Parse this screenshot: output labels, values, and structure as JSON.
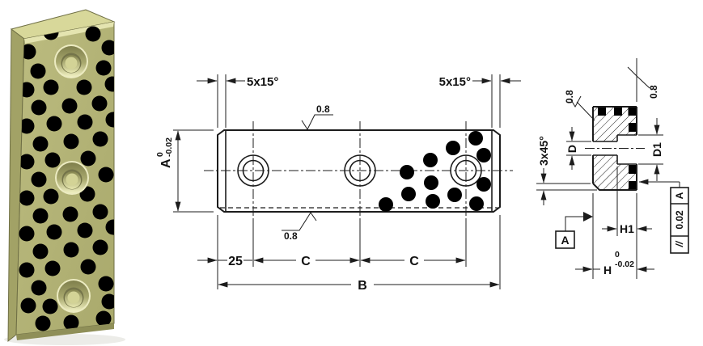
{
  "drawing": {
    "front_view": {
      "chamfer_left": "5x15°",
      "chamfer_right": "5x15°",
      "finish_top": "0.8",
      "finish_bottom": "0.8",
      "height_dim": {
        "letter": "A",
        "tol_upper": "0",
        "tol_lower": "-0.02"
      },
      "dim_offset": "25",
      "dim_spacing_1": "C",
      "dim_spacing_2": "C",
      "dim_length": "B"
    },
    "section_view": {
      "finish_left": "0.8",
      "finish_right": "0.8",
      "chamfer": "3x45°",
      "bore_dim": "D",
      "counterbore_dim": "D1",
      "counterbore_depth": "H1",
      "thickness_dim": {
        "letter": "H",
        "tol_upper": "0",
        "tol_lower": "-0.02"
      },
      "datum_label": "A",
      "parallelism": {
        "symbol": "//",
        "value": "0.02",
        "datum": "A"
      }
    },
    "colors": {
      "line": "#1c1c1c",
      "plate_front": "#b2b274",
      "plate_top": "#d8d89a",
      "plate_side": "#a2a266",
      "plug": "#000000"
    }
  }
}
